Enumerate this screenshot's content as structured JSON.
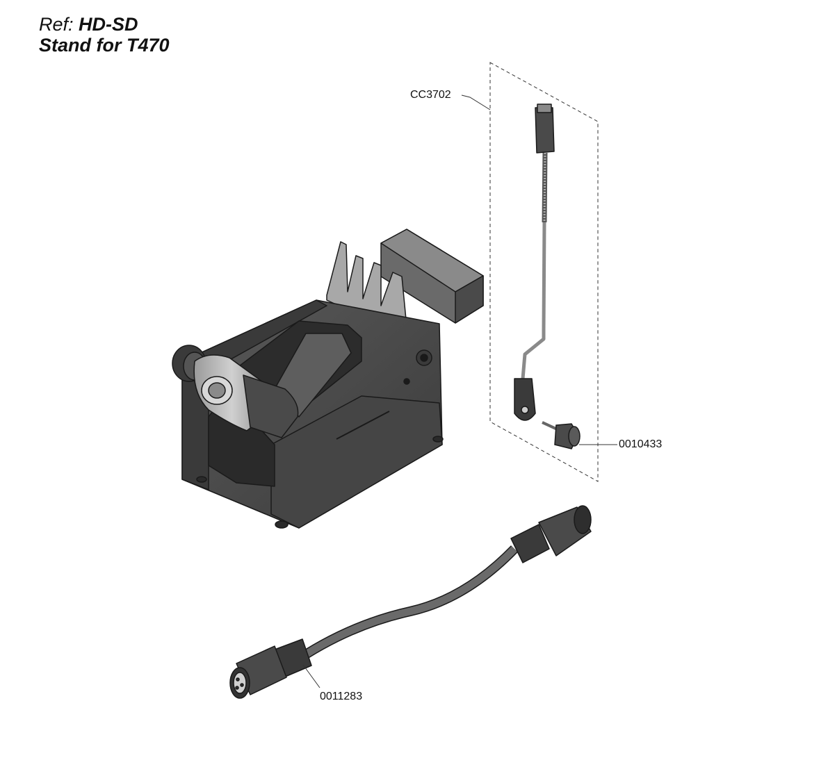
{
  "title": {
    "ref_prefix": "Ref:",
    "ref_code": "HD-SD",
    "subtitle": "Stand for T470"
  },
  "parts": [
    {
      "id": "part-cc3702",
      "label": "CC3702"
    },
    {
      "id": "part-0010433",
      "label": "0010433"
    },
    {
      "id": "part-0011283",
      "label": "0011283"
    }
  ],
  "colors": {
    "body": "#4a4a4a",
    "body_dark": "#2e2e2e",
    "body_light": "#6a6a6a",
    "metal": "#8c8c8c",
    "metal_light": "#b8b8b8",
    "outline": "#1a1a1a",
    "leader": "#333333"
  }
}
